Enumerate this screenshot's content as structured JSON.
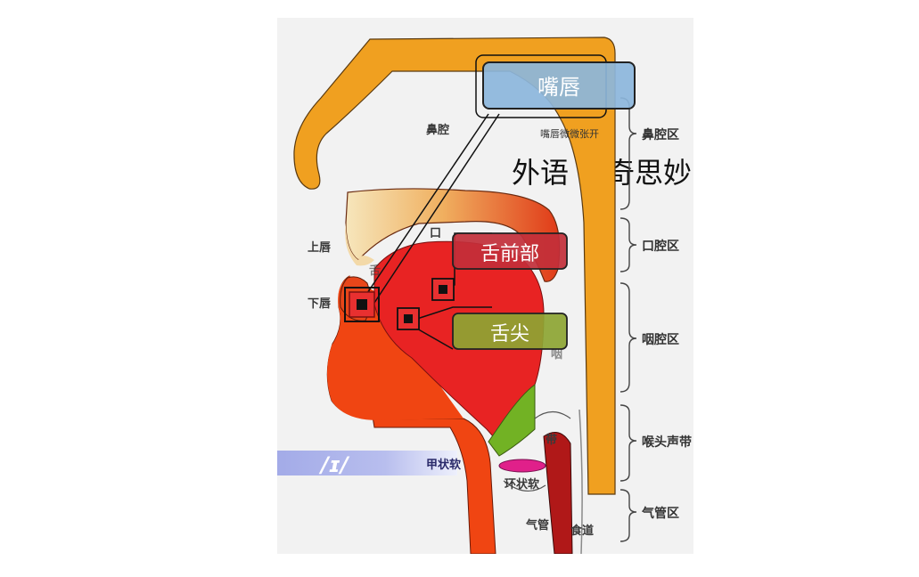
{
  "callouts": {
    "lips": "嘴唇",
    "lips_note": "嘴唇微微张开",
    "tongue_front": "舌前部",
    "tongue_tip": "舌尖"
  },
  "overlay_text": {
    "left": "外语",
    "right": "奇思妙"
  },
  "anatomy_labels": {
    "nasal_cavity": "鼻腔",
    "upper_lip": "上唇",
    "lower_lip": "下唇",
    "mouth": "口",
    "tongue": "舌",
    "vocal_cord": "带",
    "thyroid": "甲状软",
    "cricoid": "环状软",
    "trachea": "气管",
    "esophagus": "食道",
    "pharynx": "咽"
  },
  "regions": {
    "nasal": "鼻腔区",
    "oral": "口腔区",
    "pharyngeal": "咽腔区",
    "larynx": "喉头声带",
    "trachea": "气管区"
  },
  "phoneme": "/ɪ/",
  "colors": {
    "panel": "#f2f2f2",
    "nasal_structure": "#f0a020",
    "tongue": "#e82323",
    "jaw": "#f04512",
    "epiglottis": "#72b224",
    "vocal_cords": "#e0208a",
    "trachea": "#b01818",
    "lips_box": "#8cb6dc",
    "tongue_front_box": "#c22f3a",
    "tongue_tip_box": "#8da533",
    "phoneme_band": "#a3abe8"
  }
}
